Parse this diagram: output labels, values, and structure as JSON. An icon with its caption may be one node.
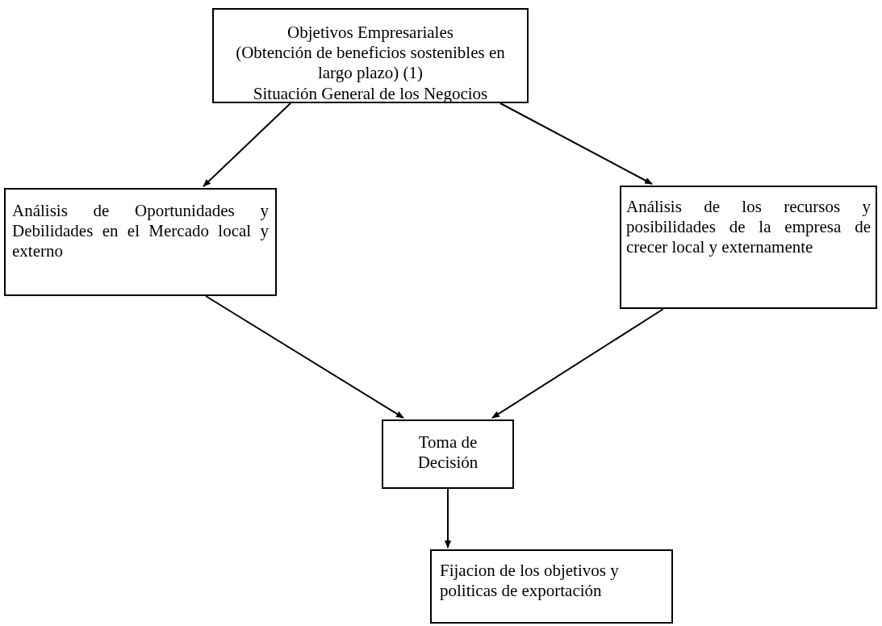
{
  "diagram": {
    "nodes": [
      {
        "text": [
          "Objetivos Empresariales",
          "(Obtención de beneficios sostenibles en largo plazo) (1)",
          "Situación General de los Negocios"
        ]
      },
      {
        "text": [
          "Análisis de Oportunidades y Debilidades en el Mercado local y externo"
        ]
      },
      {
        "text": [
          "Análisis de los recursos y posibilidades de la empresa de crecer local y externamente"
        ]
      },
      {
        "text": [
          "Toma de Decisión"
        ]
      },
      {
        "text": [
          "Fijacion de los objetivos y politicas de exportación"
        ]
      }
    ],
    "edges": [
      {
        "from": 0,
        "to": 1,
        "arrow": "to"
      },
      {
        "from": 0,
        "to": 2,
        "arrow": "to"
      },
      {
        "from": 1,
        "to": 3,
        "arrow": "to"
      },
      {
        "from": 2,
        "to": 3,
        "arrow": "to"
      },
      {
        "from": 3,
        "to": 4,
        "arrow": "to"
      }
    ]
  }
}
